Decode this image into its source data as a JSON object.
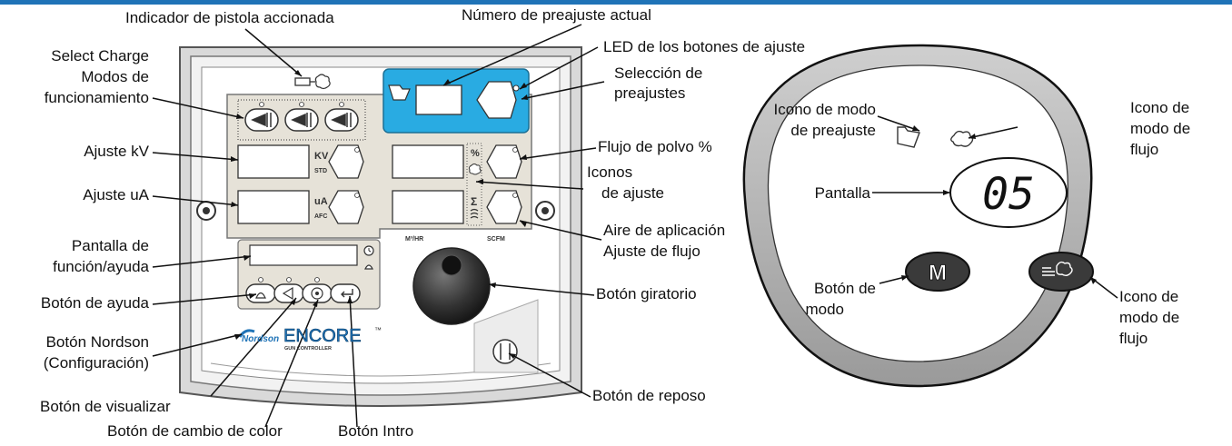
{
  "labels": {
    "gun_triggered_indicator": "Indicador de pistola accionada",
    "current_preset_number": "Número de preajuste actual",
    "adjust_buttons_led": "LED de los botones de ajuste",
    "preset_selection_1": "Selección de",
    "preset_selection_2": "preajustes",
    "select_charge_1": "Select Charge",
    "select_charge_2": "Modos de",
    "select_charge_3": "funcionamiento",
    "kv_setting": "Ajuste kV",
    "ua_setting": "Ajuste uA",
    "function_display_1": "Pantalla de",
    "function_display_2": "función/ayuda",
    "help_button": "Botón de ayuda",
    "nordson_button_1": "Botón Nordson",
    "nordson_button_2": "(Configuración)",
    "view_button": "Botón de visualizar",
    "color_change_button": "Botón de cambio de color",
    "enter_button": "Botón Intro",
    "standby_button": "Botón de reposo",
    "rotary_knob": "Botón giratorio",
    "powder_flow": "Flujo de polvo %",
    "adjust_icons_1": "Iconos",
    "adjust_icons_2": "de ajuste",
    "air_1": "Aire de aplicación",
    "air_2": "Ajuste de flujo",
    "preset_mode_icon_1": "Icono de modo",
    "preset_mode_icon_2": "de preajuste",
    "flow_mode_icon_top_1": "Icono de",
    "flow_mode_icon_top_2": "modo de",
    "flow_mode_icon_top_3": "flujo",
    "display": "Pantalla",
    "mode_button_1": "Botón de",
    "mode_button_2": "modo",
    "flow_mode_icon_bot_1": "Icono de",
    "flow_mode_icon_bot_2": "modo de",
    "flow_mode_icon_bot_3": "flujo"
  },
  "panel": {
    "kv": "KV",
    "std": "STD",
    "ua": "uA",
    "afc": "AFC",
    "percent": "%",
    "sigma": "Σ",
    "m3hr": "M³/HR",
    "scfm": "SCFM",
    "brand": "ENCORE",
    "tm": "™",
    "brand_sub": "GUN CONTROLLER",
    "nordson": "Nordson"
  },
  "remote": {
    "display_value": "05",
    "mode_letter": "M"
  },
  "colors": {
    "accent": "#1f73b7",
    "preset_panel": "#29abe2",
    "panel_bg": "#e6e2d8"
  }
}
